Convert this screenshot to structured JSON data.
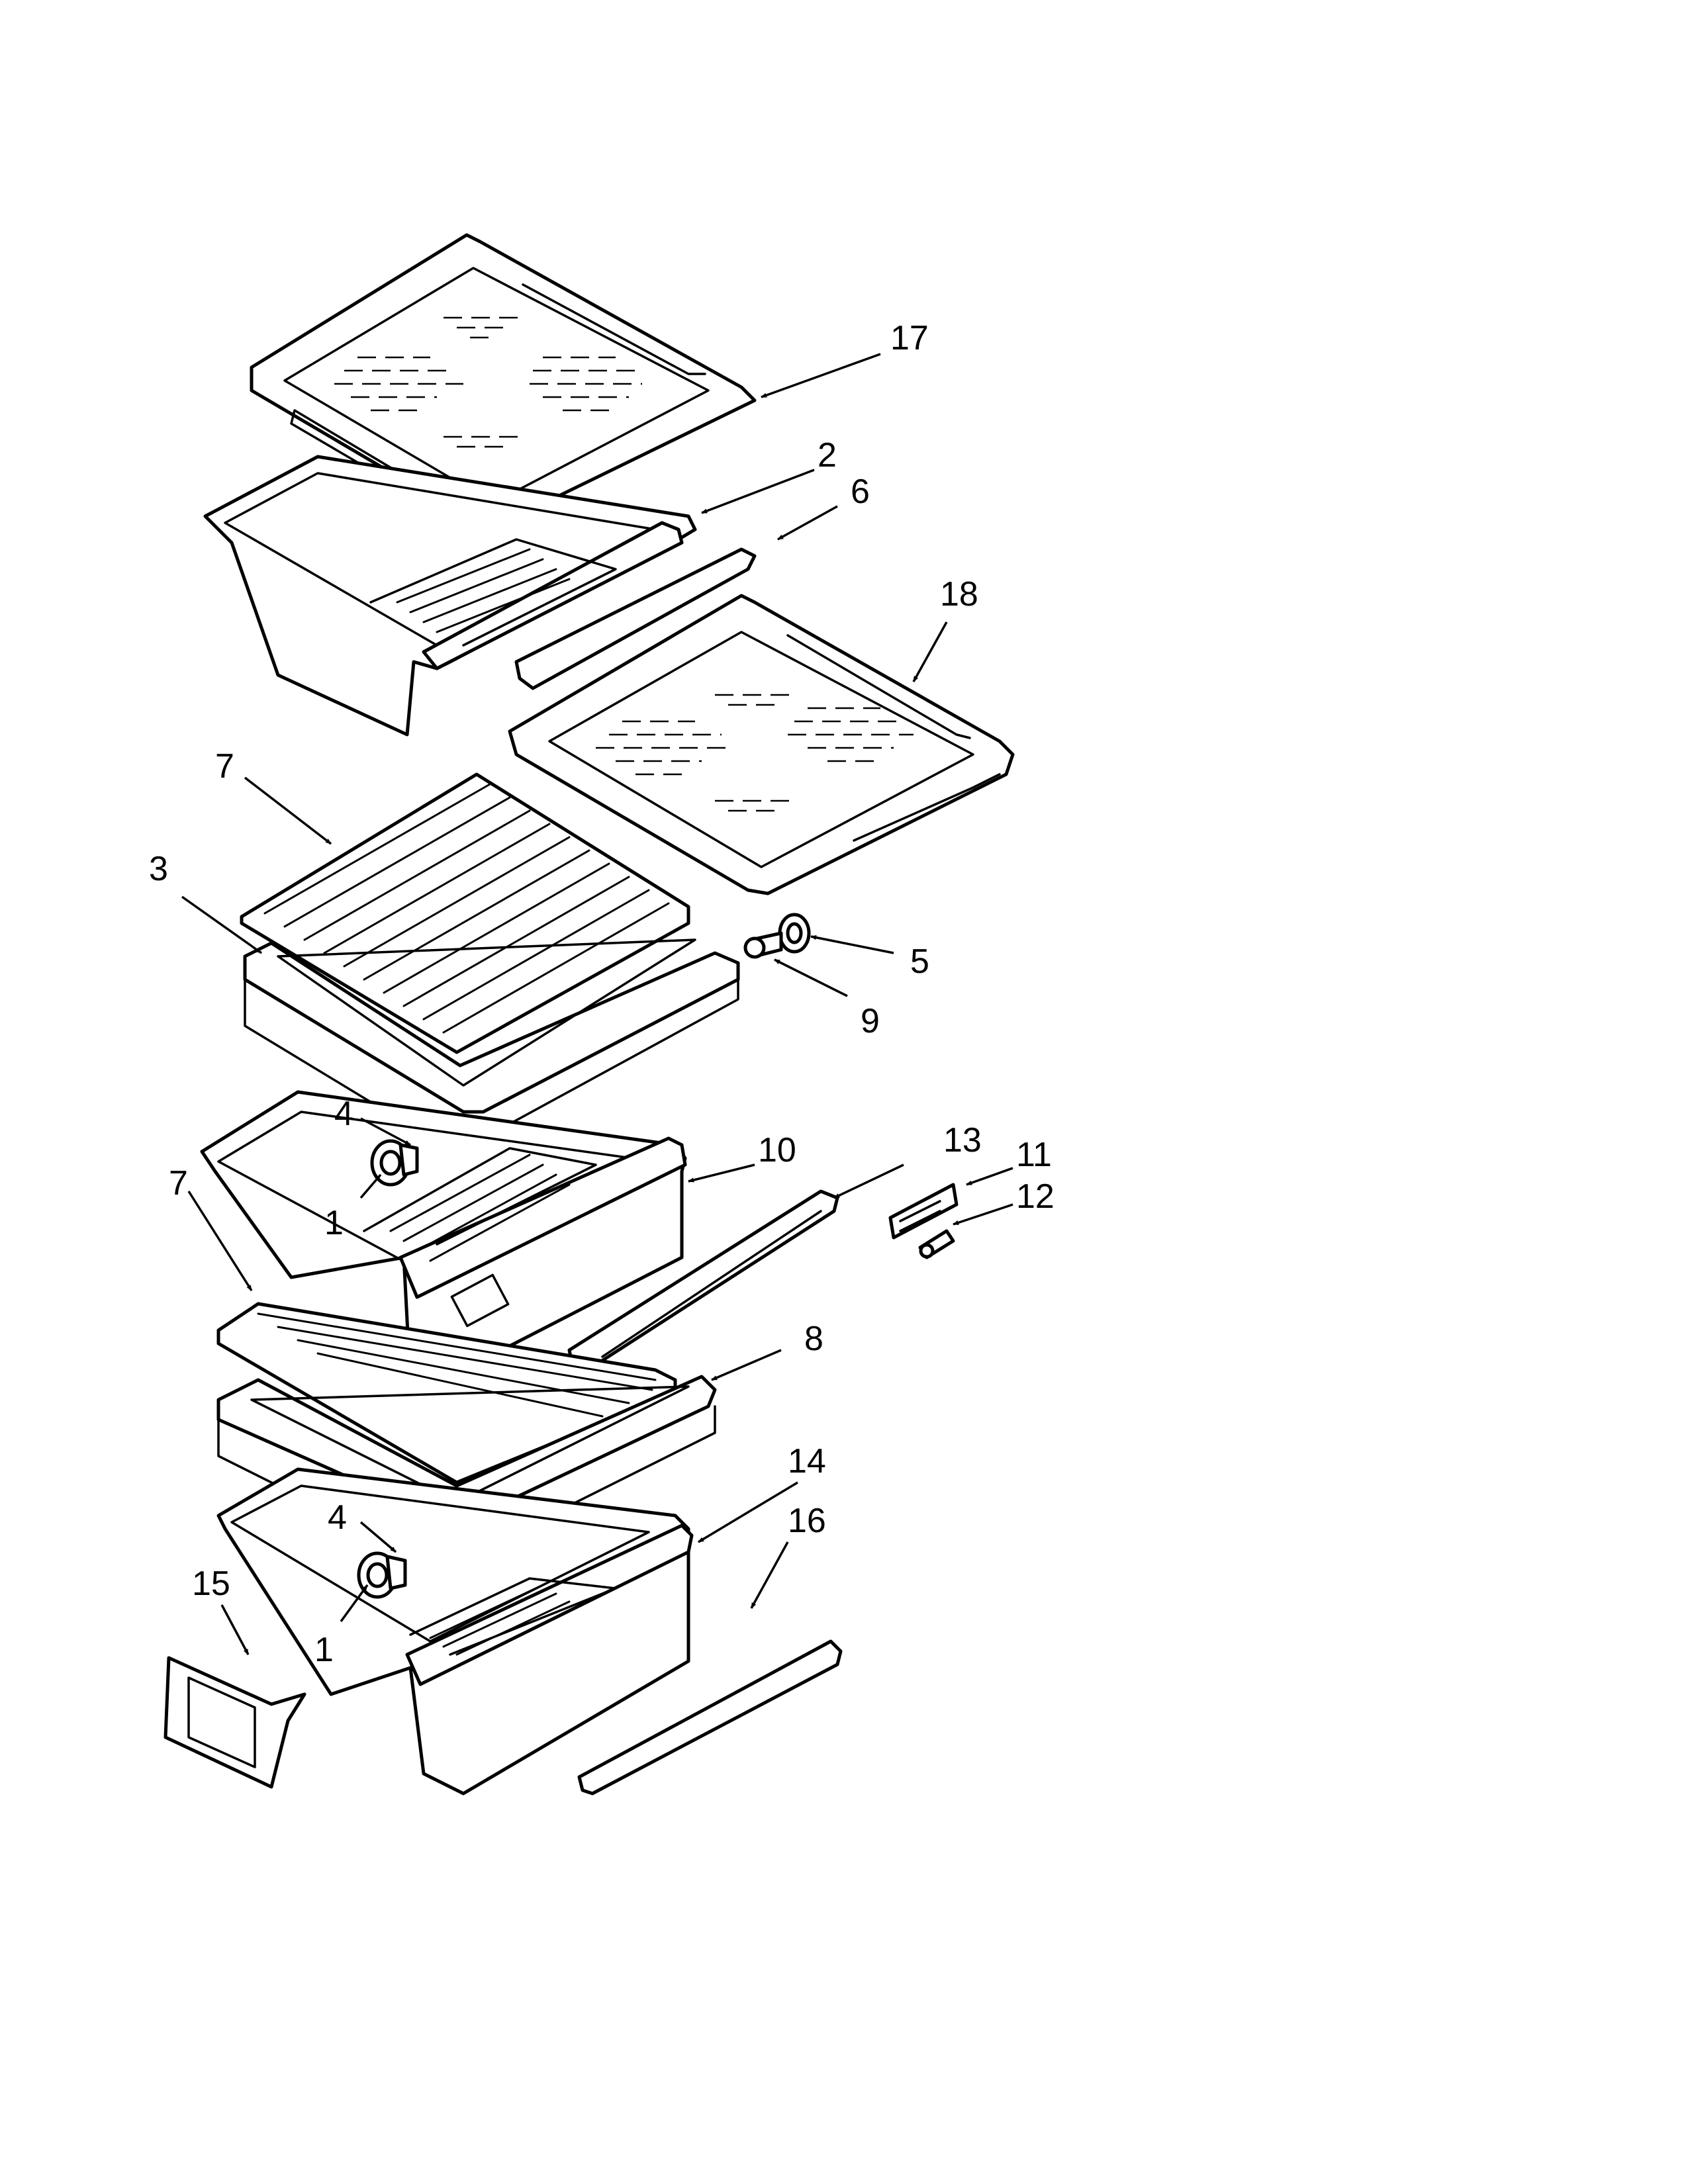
{
  "callouts": {
    "c1a": "1",
    "c1b": "1",
    "c2": "2",
    "c3": "3",
    "c4a": "4",
    "c4b": "4",
    "c5": "5",
    "c6": "6",
    "c7a": "7",
    "c7b": "7",
    "c8": "8",
    "c9": "9",
    "c10": "10",
    "c11": "11",
    "c12": "12",
    "c13": "13",
    "c14": "14",
    "c15": "15",
    "c16": "16",
    "c17": "17",
    "c18": "18"
  }
}
